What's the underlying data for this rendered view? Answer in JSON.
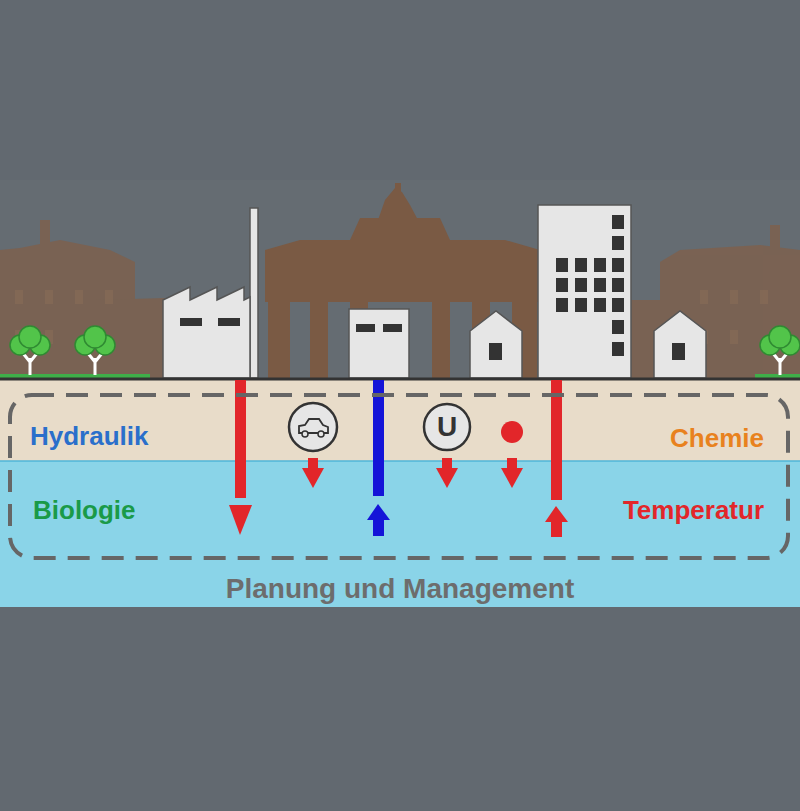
{
  "diagram": {
    "nodes": [
      {
        "text": [
          "Hydraulik",
          "Chemie",
          "Biologie",
          "Temperatur"
        ]
      },
      {
        "text": [
          "U"
        ],
        "in": 0
      }
    ],
    "labels": [
      "Planung und Management"
    ]
  }
}
